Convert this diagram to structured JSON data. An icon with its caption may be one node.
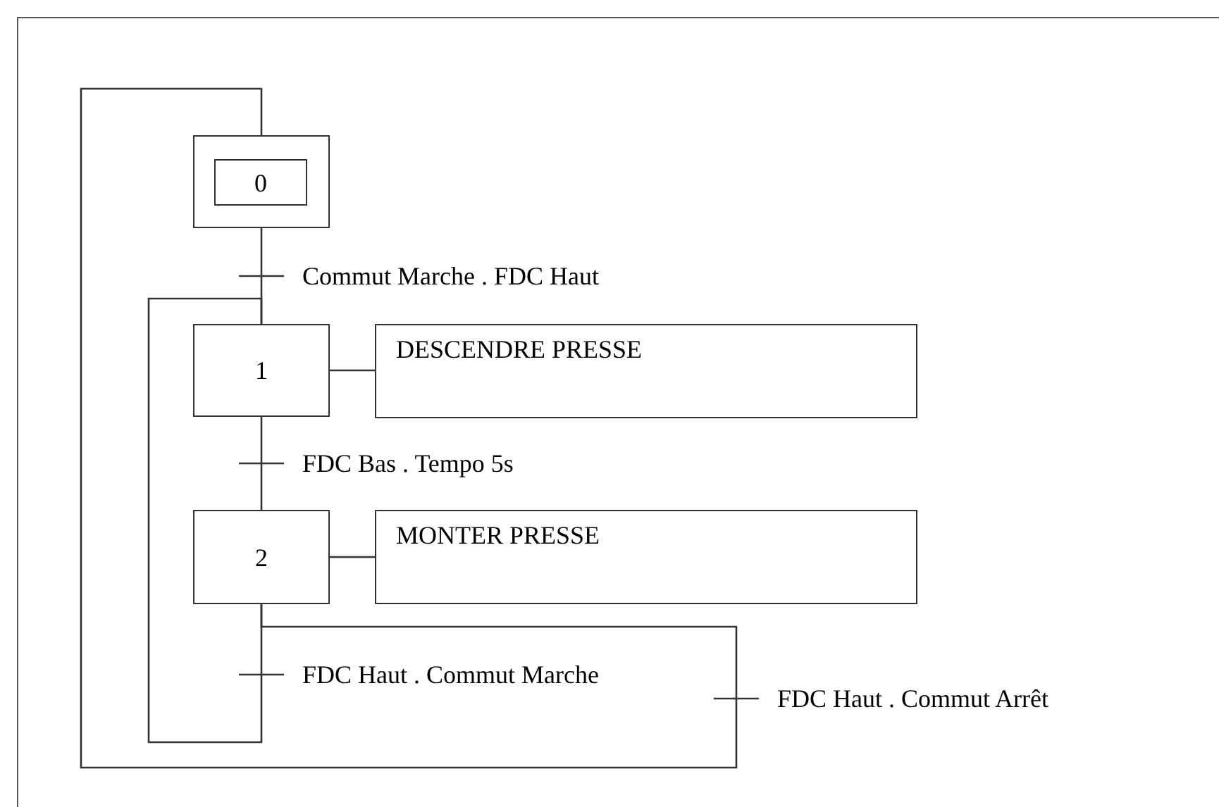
{
  "diagram": {
    "nodes": [
      {
        "text": [],
        "shape": "box"
      },
      {
        "text": [
          "0"
        ],
        "in": 0
      },
      {
        "text": [
          "1"
        ]
      },
      {
        "text": [
          "DESCENDRE PRESSE"
        ]
      },
      {
        "text": [
          "2"
        ]
      },
      {
        "text": [
          "MONTER PRESSE"
        ]
      }
    ],
    "edges": [
      {
        "from": 0,
        "to": 2,
        "arrow": "none",
        "label": "Commut Marche . FDC Haut"
      },
      {
        "from": 2,
        "to": 3,
        "arrow": "none"
      },
      {
        "from": 2,
        "to": 4,
        "arrow": "none",
        "label": "FDC Bas . Tempo 5s"
      },
      {
        "from": 4,
        "to": 5,
        "arrow": "none"
      },
      {
        "from": 4,
        "to": 2,
        "arrow": "none",
        "label": "FDC Haut . Commut Marche"
      },
      {
        "from": 4,
        "to": 0,
        "arrow": "none",
        "label": "FDC Haut . Commut Arrêt"
      }
    ]
  }
}
